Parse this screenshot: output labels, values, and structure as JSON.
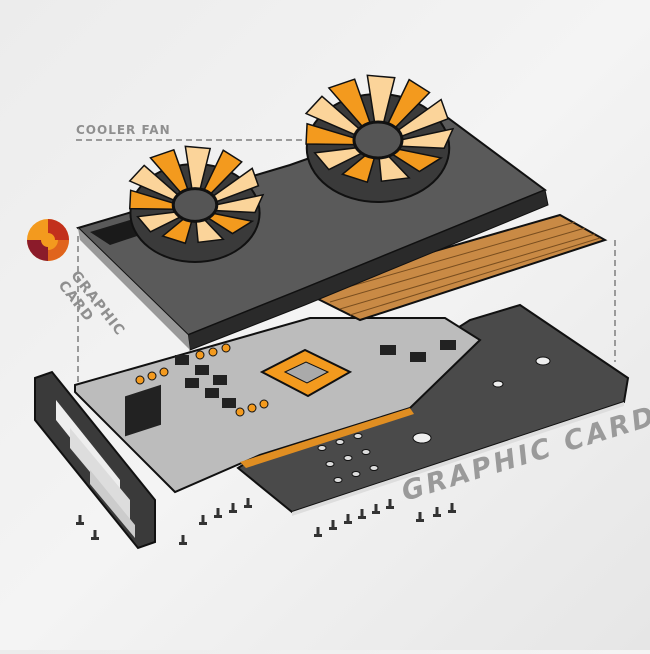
{
  "labels": {
    "cooler_fan": "COOLER FAN",
    "graphic_card_side_line1": "GRAPHIC",
    "graphic_card_side_line2": "CARD",
    "graphic_card_main": "GRAPHIC CARD"
  },
  "colors": {
    "fan_orange": "#f39a1e",
    "fan_light": "#fbd49a",
    "shroud": "#5a5a5a",
    "pcb": "#b9b9b9",
    "backplate": "#4a4a4a",
    "copper": "#c98a45",
    "label_grey": "#8f8f8f"
  }
}
